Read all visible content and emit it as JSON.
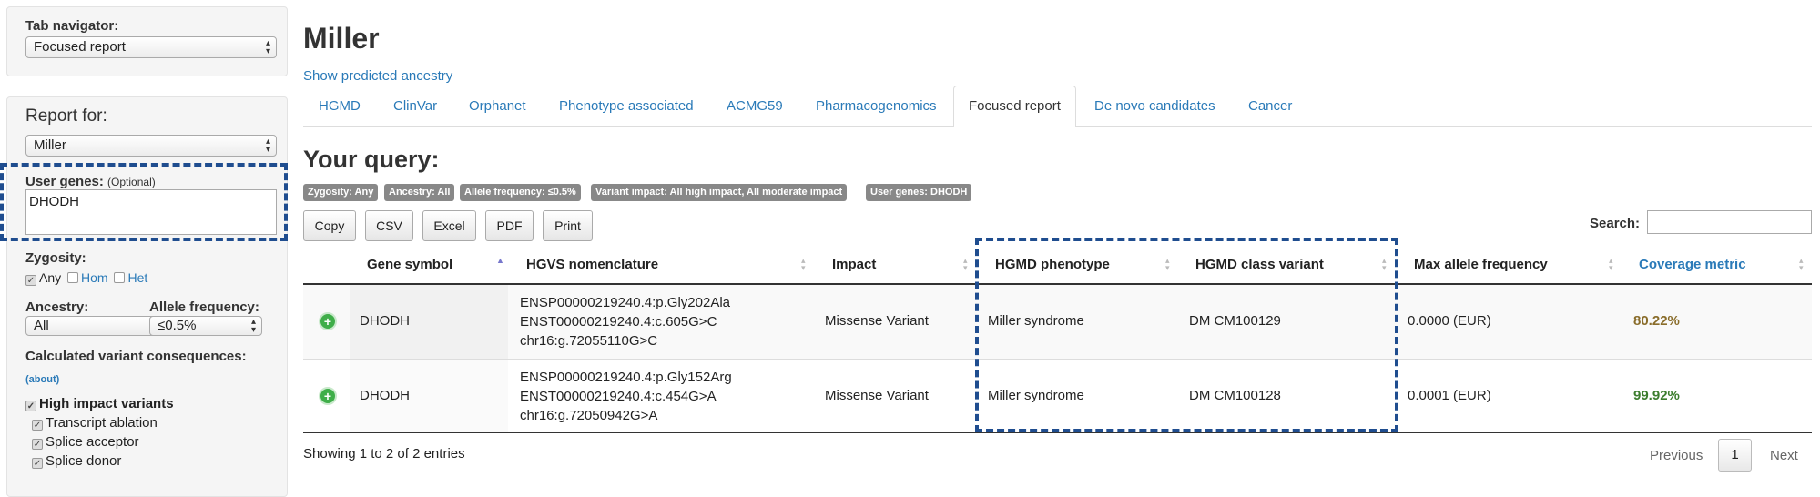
{
  "sidebar": {
    "tab_navigator_label": "Tab navigator:",
    "tab_navigator_value": "Focused report",
    "report_for_label": "Report for:",
    "report_for_value": "Miller",
    "user_genes_label": "User genes:",
    "user_genes_optional": "(Optional)",
    "user_genes_value": "DHODH",
    "zygosity_label": "Zygosity:",
    "zygosity_options": [
      "Any",
      "Hom",
      "Het"
    ],
    "ancestry_label": "Ancestry:",
    "ancestry_value": "All",
    "allele_freq_label": "Allele frequency:",
    "allele_freq_value": "≤0.5%",
    "consequences_label": "Calculated variant consequences:",
    "about_link": "(about)",
    "high_impact_label": "High impact variants",
    "high_impact_items": [
      "Transcript ablation",
      "Splice acceptor",
      "Splice donor"
    ]
  },
  "main": {
    "title": "Miller",
    "ancestry_link": "Show predicted ancestry",
    "tabs": [
      "HGMD",
      "ClinVar",
      "Orphanet",
      "Phenotype associated",
      "ACMG59",
      "Pharmacogenomics",
      "Focused report",
      "De novo candidates",
      "Cancer"
    ],
    "active_tab": "Focused report",
    "query_heading": "Your query:",
    "badges": [
      "Zygosity: Any",
      "Ancestry: All",
      "Allele frequency: ≤0.5%",
      "Variant impact: All high impact, All moderate impact",
      "User genes: DHODH"
    ],
    "buttons": [
      "Copy",
      "CSV",
      "Excel",
      "PDF",
      "Print"
    ],
    "search_label": "Search:",
    "search_value": ""
  },
  "table": {
    "headers": [
      "Gene symbol",
      "HGVS nomenclature",
      "Impact",
      "HGMD phenotype",
      "HGMD class variant",
      "Max allele frequency",
      "Coverage metric"
    ],
    "rows": [
      {
        "gene": "DHODH",
        "hgvs": [
          "ENSP00000219240.4:p.Gly202Ala",
          "ENST00000219240.4:c.605G>C",
          "chr16:g.72055110G>C"
        ],
        "impact": "Missense Variant",
        "phenotype": "Miller syndrome",
        "class_variant": "DM CM100129",
        "max_af": "0.0000 (EUR)",
        "coverage": "80.22%"
      },
      {
        "gene": "DHODH",
        "hgvs": [
          "ENSP00000219240.4:p.Gly152Arg",
          "ENST00000219240.4:c.454G>A",
          "chr16:g.72050942G>A"
        ],
        "impact": "Missense Variant",
        "phenotype": "Miller syndrome",
        "class_variant": "DM CM100128",
        "max_af": "0.0001 (EUR)",
        "coverage": "99.92%"
      }
    ],
    "info": "Showing 1 to 2 of 2 entries",
    "pagination": {
      "previous": "Previous",
      "current": "1",
      "next": "Next"
    }
  },
  "colors": {
    "link": "#2a7ab8",
    "highlight_dash": "#1f4d8f",
    "coverage_medium": "#8a6d2b",
    "coverage_high": "#3c7d2e"
  }
}
